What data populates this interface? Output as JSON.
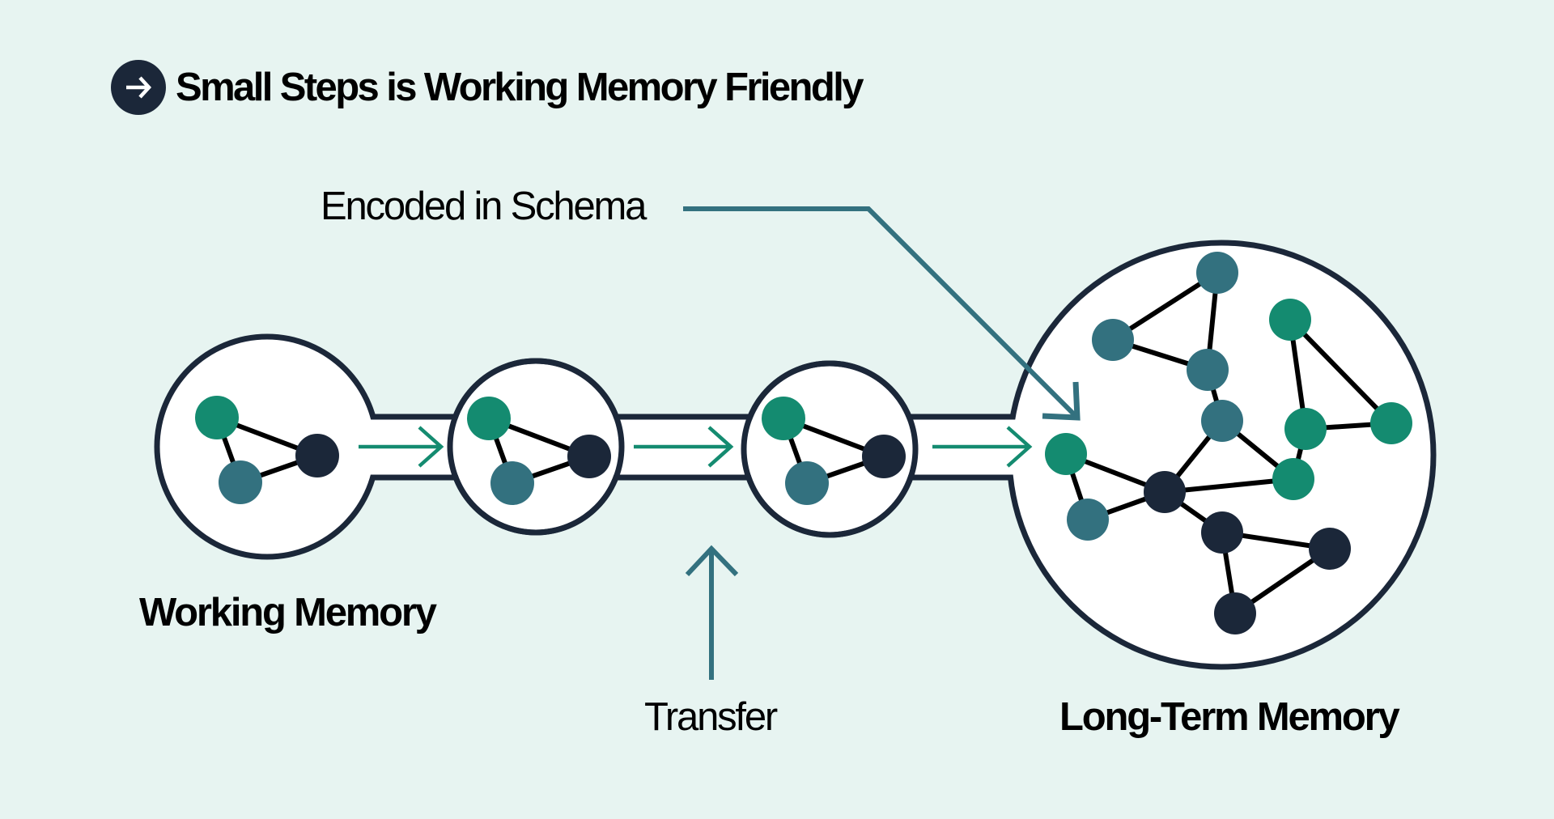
{
  "title": {
    "icon": "arrow-right-icon",
    "text": "Small Steps is Working Memory Friendly"
  },
  "labels": {
    "encoded_in_schema": "Encoded in Schema",
    "transfer": "Transfer",
    "working_memory": "Working Memory",
    "long_term_memory": "Long-Term Memory"
  },
  "colors": {
    "background": "#E7F4F1",
    "outline": "#1B2739",
    "green": "#148B70",
    "teal": "#33717F",
    "dark": "#1B2739",
    "edge": "#000000",
    "flow_arrow": "#148B70",
    "annotation_arrow": "#33717F"
  },
  "diagram": {
    "stages": [
      {
        "id": "working-memory",
        "nodes": [
          {
            "id": "a",
            "color": "green"
          },
          {
            "id": "b",
            "color": "teal"
          },
          {
            "id": "c",
            "color": "dark"
          }
        ],
        "edges": [
          [
            "a",
            "b"
          ],
          [
            "a",
            "c"
          ],
          [
            "b",
            "c"
          ]
        ]
      },
      {
        "id": "step-2",
        "nodes": [
          {
            "id": "a",
            "color": "green"
          },
          {
            "id": "b",
            "color": "teal"
          },
          {
            "id": "c",
            "color": "dark"
          }
        ],
        "edges": [
          [
            "a",
            "b"
          ],
          [
            "a",
            "c"
          ],
          [
            "b",
            "c"
          ]
        ]
      },
      {
        "id": "step-3",
        "nodes": [
          {
            "id": "a",
            "color": "green"
          },
          {
            "id": "b",
            "color": "teal"
          },
          {
            "id": "c",
            "color": "dark"
          }
        ],
        "edges": [
          [
            "a",
            "b"
          ],
          [
            "a",
            "c"
          ],
          [
            "b",
            "c"
          ]
        ]
      },
      {
        "id": "long-term-memory",
        "nodes": [
          {
            "id": "t1",
            "color": "teal"
          },
          {
            "id": "t2",
            "color": "teal"
          },
          {
            "id": "t3",
            "color": "teal"
          },
          {
            "id": "t4",
            "color": "teal"
          },
          {
            "id": "g1",
            "color": "green"
          },
          {
            "id": "g2",
            "color": "green"
          },
          {
            "id": "g3",
            "color": "green"
          },
          {
            "id": "g4",
            "color": "green"
          },
          {
            "id": "g5",
            "color": "green"
          },
          {
            "id": "t5",
            "color": "teal"
          },
          {
            "id": "d1",
            "color": "dark"
          },
          {
            "id": "d2",
            "color": "dark"
          },
          {
            "id": "d3",
            "color": "dark"
          },
          {
            "id": "d4",
            "color": "dark"
          }
        ],
        "edges": [
          [
            "t1",
            "t2"
          ],
          [
            "t1",
            "t3"
          ],
          [
            "t2",
            "t3"
          ],
          [
            "t3",
            "t4"
          ],
          [
            "t4",
            "d1"
          ],
          [
            "t4",
            "g4"
          ],
          [
            "g1",
            "g2"
          ],
          [
            "g1",
            "g3"
          ],
          [
            "g2",
            "g3"
          ],
          [
            "g2",
            "g4"
          ],
          [
            "g4",
            "d1"
          ],
          [
            "g5",
            "d1"
          ],
          [
            "g5",
            "t5"
          ],
          [
            "t5",
            "d1"
          ],
          [
            "d1",
            "d2"
          ],
          [
            "d2",
            "d3"
          ],
          [
            "d2",
            "d4"
          ],
          [
            "d3",
            "d4"
          ]
        ]
      }
    ],
    "flow_arrows": 3
  }
}
